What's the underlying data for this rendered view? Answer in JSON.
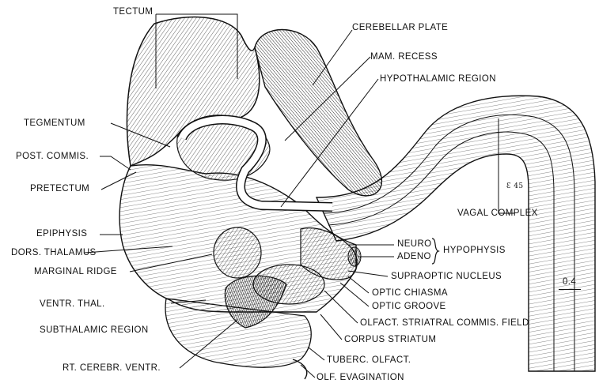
{
  "labels": {
    "tectum": "TECTUM",
    "cerebellar_plate": "CEREBELLAR PLATE",
    "mam_recess": "MAM. RECESS",
    "hypothalamic_region": "HYPOTHALAMIC REGION",
    "tegmentum": "TEGMENTUM",
    "post_commis": "POST. COMMIS.",
    "pretectum": "PRETECTUM",
    "vagal_complex": "VAGAL COMPLEX",
    "epiphysis": "EPIPHYSIS",
    "dors_thalamus": "DORS. THALAMUS",
    "neuro": "NEURO",
    "adeno": "ADENO",
    "hypophysis": "HYPOPHYSIS",
    "marginal_ridge": "MARGINAL RIDGE",
    "supraoptic_nucleus": "SUPRAOPTIC NUCLEUS",
    "optic_chiasma": "OPTIC CHIASMA",
    "optic_groove": "OPTIC GROOVE",
    "ventr_thal": "VENTR. THAL.",
    "subthalamic_region": "SUBTHALAMIC REGION",
    "olfact_striatral_commis_field": "OLFACT. STRIATRAL COMMIS. FIELD",
    "corpus_striatum": "CORPUS STRIATUM",
    "rt_cerebr_ventr": "RT. CEREBR. VENTR.",
    "tuberc_olfact": "TUBERC. OLFACT.",
    "olf_evagination": "OLF. EVAGINATION",
    "scale": "0.4",
    "signature": "Ɛ 45"
  }
}
